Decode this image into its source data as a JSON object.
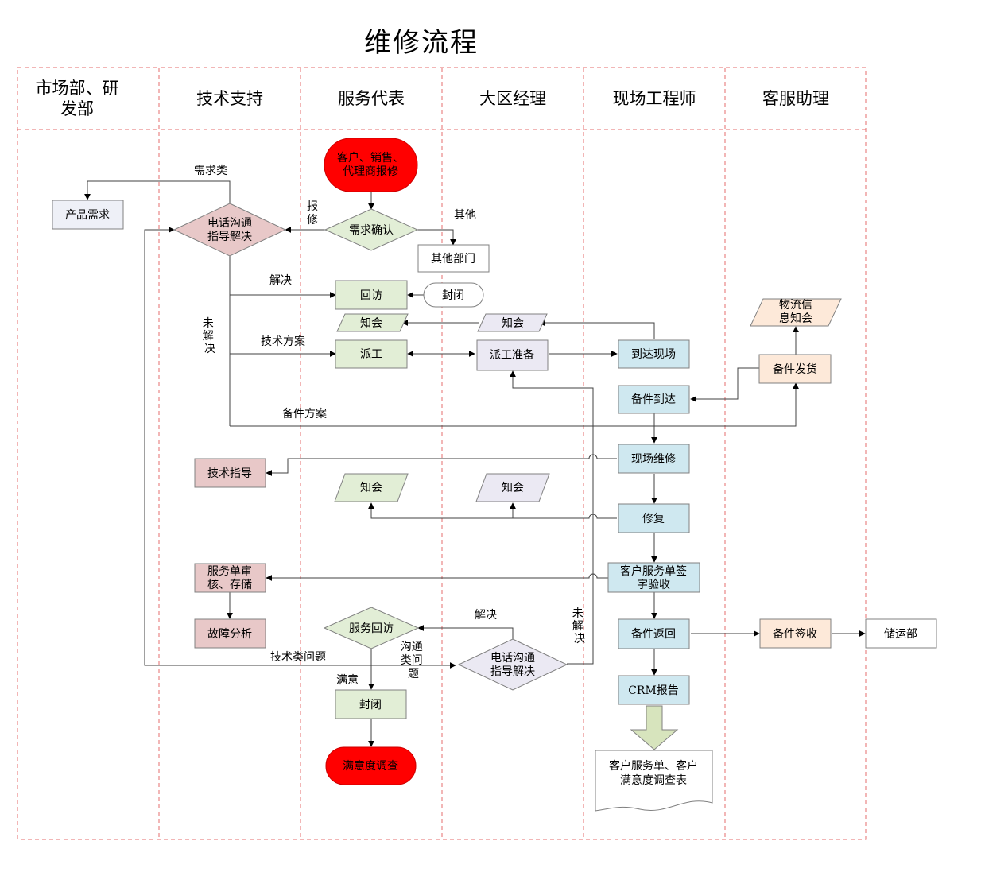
{
  "title": "维修流程",
  "lanes": [
    {
      "label1": "市场部、研",
      "label2": "发部"
    },
    {
      "label1": "技术支持"
    },
    {
      "label1": "服务代表"
    },
    {
      "label1": "大区经理"
    },
    {
      "label1": "现场工程师"
    },
    {
      "label1": "客服助理"
    }
  ],
  "nodes": {
    "customer_report": {
      "l1": "客户、销售、",
      "l2": "代理商报修"
    },
    "demand_confirm": {
      "l1": "需求确认"
    },
    "phone_guide_top": {
      "l1": "电话沟通",
      "l2": "指导解决"
    },
    "product_demand": {
      "l1": "产品需求"
    },
    "other_dept": {
      "l1": "其他部门"
    },
    "revisit": {
      "l1": "回访"
    },
    "close_top": {
      "l1": "封闭"
    },
    "notify1": {
      "l1": "知会"
    },
    "notify2": {
      "l1": "知会"
    },
    "logistics_notify": {
      "l1": "物流信",
      "l2": "息知会"
    },
    "dispatch": {
      "l1": "派工"
    },
    "dispatch_prep": {
      "l1": "派工准备"
    },
    "arrive_site": {
      "l1": "到达现场"
    },
    "parts_ship": {
      "l1": "备件发货"
    },
    "parts_arrive": {
      "l1": "备件到达"
    },
    "onsite_repair": {
      "l1": "现场维修"
    },
    "tech_guide": {
      "l1": "技术指导"
    },
    "notify3": {
      "l1": "知会"
    },
    "notify4": {
      "l1": "知会"
    },
    "fixed": {
      "l1": "修复"
    },
    "service_review": {
      "l1": "服务单审",
      "l2": "核、存储"
    },
    "sign_accept": {
      "l1": "客户服务单签",
      "l2": "字验收"
    },
    "fault_analysis": {
      "l1": "故障分析"
    },
    "service_revisit": {
      "l1": "服务回访"
    },
    "parts_return": {
      "l1": "备件返回"
    },
    "parts_receive": {
      "l1": "备件签收"
    },
    "storage_dept": {
      "l1": "储运部"
    },
    "phone_guide_bottom": {
      "l1": "电话沟通",
      "l2": "指导解决"
    },
    "close_bottom": {
      "l1": "封闭"
    },
    "crm_report": {
      "l1": "CRM报告"
    },
    "satisfaction_survey": {
      "l1": "满意度调查"
    },
    "documents": {
      "l1": "客户服务单、客户",
      "l2": "满意度调查表"
    }
  },
  "edge_labels": {
    "demand_type": "需求类",
    "repair": "报修",
    "other": "其他",
    "solved1": "解决",
    "unsolved1": "未解决",
    "tech_plan": "技术方案",
    "parts_plan": "备件方案",
    "solved2": "解决",
    "unsolved2": "未解决",
    "communication_issue": "沟通类问题",
    "tech_issue": "技术类问题",
    "satisfied": "满意"
  },
  "colors": {
    "red": "#ff0000",
    "green_box": "#e2eed6",
    "blue_box": "#cfe8f0",
    "pink_box": "#e8c8c8",
    "peach_box": "#fde9d9",
    "lavender_box": "#ebe9f3",
    "light_box": "#eef0f7",
    "lane_border": "#e46c6c",
    "line": "#404040",
    "arrow_fill": "#d7e4bd"
  }
}
